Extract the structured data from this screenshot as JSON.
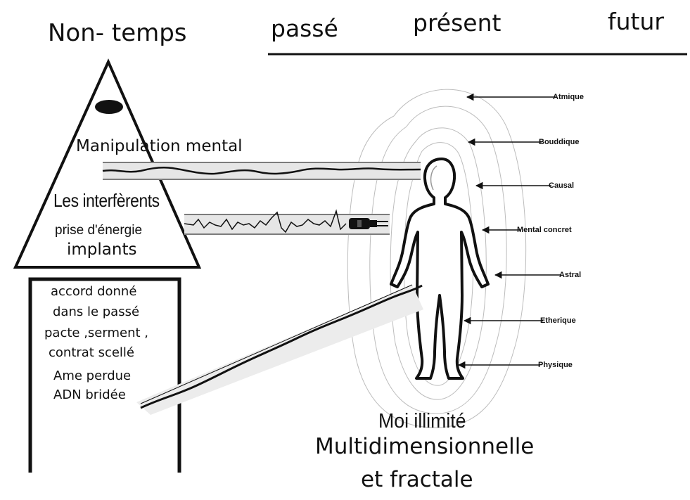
{
  "header": {
    "non_temps": "Non- temps",
    "passe": "passé",
    "present": "présent",
    "futur": "futur"
  },
  "pyramid": {
    "manipulation": "Manipulation mental",
    "interferents": "Les interfèrents",
    "prise": "prise d'énergie",
    "implants": "implants"
  },
  "box": {
    "lines": [
      "accord donné",
      "dans le passé",
      "pacte ,serment ,",
      "contrat scellé",
      "Ame perdue",
      "ADN bridée"
    ]
  },
  "layers": [
    "Atmique",
    "Bouddique",
    "Causal",
    "Mental concret",
    "Astral",
    "Etherique",
    "Physique"
  ],
  "footer": {
    "moi": "Moi illimité",
    "multi": "Multidimensionnelle",
    "fract": "et fractale"
  }
}
